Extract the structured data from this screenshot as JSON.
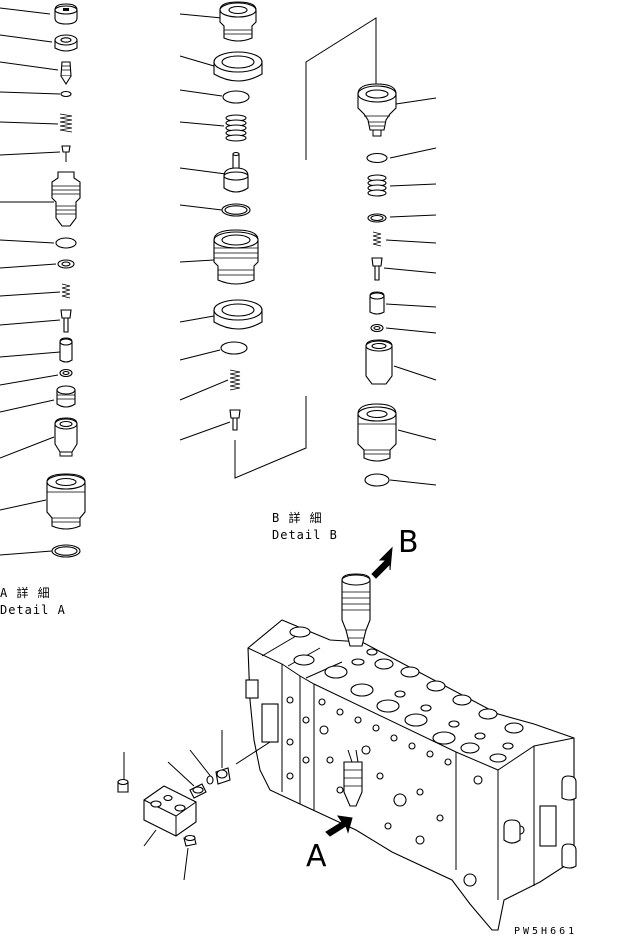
{
  "labels": {
    "detail_a_jp": "A 詳 細",
    "detail_a_en": "Detail A",
    "detail_b_jp": "B 詳 細",
    "detail_b_en": "Detail B",
    "arrow_a": "A",
    "arrow_b": "B",
    "drawing_code": "PW5H661"
  }
}
